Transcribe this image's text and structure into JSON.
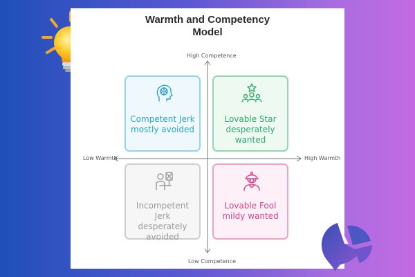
{
  "title_line1": "Warmth and Competency",
  "title_line2": "Model",
  "axes": {
    "top": "High Competence",
    "bottom": "Low Competence",
    "left": "Low Warmth",
    "right": "High Warmth"
  },
  "quadrants": [
    {
      "icon": "brain-head-icon",
      "line1": "Competent Jerk",
      "line2": "mostly avoided",
      "line3": "",
      "color": "#2aa6cc"
    },
    {
      "icon": "star-group-icon",
      "line1": "Lovable Star",
      "line2": "desperately",
      "line3": "wanted",
      "color": "#2fa96a"
    },
    {
      "icon": "rejected-person-icon",
      "line1": "Incompetent Jerk",
      "line2": "desperately",
      "line3": "avoided",
      "color": "#9a9a9a"
    },
    {
      "icon": "jester-icon",
      "line1": "Lovable Fool",
      "line2": "mildy wanted",
      "line3": "",
      "color": "#d8438f"
    }
  ],
  "decor": {
    "bulb_icon": "light-bulb-icon",
    "logo_icon": "brand-logo-icon"
  }
}
